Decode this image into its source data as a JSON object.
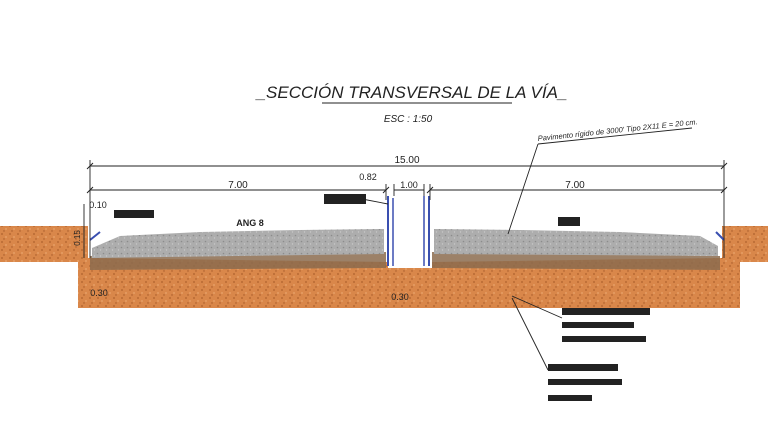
{
  "drawing": {
    "title": "_SECCIÓN TRANSVERSAL DE LA VÍA_",
    "scale": "ESC : 1:50",
    "dims": {
      "total": "15.00",
      "left_lane": "7.00",
      "right_lane": "7.00",
      "median": "1.00",
      "median_curb": "0.82",
      "left_edge": "0.10",
      "left_edge_side": "0.15",
      "base_left": "0.30",
      "base_center": "0.30"
    },
    "labels": {
      "pavement_callout": "Pavimento rígido de 3000' Tipo 2X11 E = 20 cm.",
      "left_lane_tag": "ANG 8"
    },
    "colors": {
      "soil": "#d9874a",
      "soil_dark": "#b86a33",
      "pavement": "#a9a9a9",
      "base": "#8b6b4e",
      "curb_line": "#3a4fb0",
      "ink": "#222222"
    }
  }
}
